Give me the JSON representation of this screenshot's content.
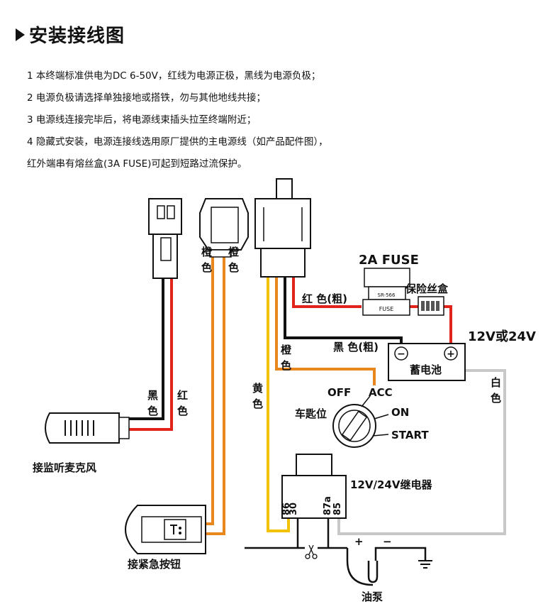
{
  "title": "安装接线图",
  "notes": [
    "1 本终端标准供电为DC 6-50V，红线为电源正极，黑线为电源负极；",
    "2 电源负极请选择单独接地或搭铁，勿与其他地线共接；",
    "3 电源线连接完毕后，将电源线束插头拉至终端附近；",
    "4 隐藏式安装，电源连接线选用原厂提供的主电源线（如产品配件图），",
    "红外端串有熔丝盒(3A FUSE)可起到短路过流保护。"
  ],
  "labels": {
    "orange_a1": "橙",
    "orange_a2": "色",
    "orange_b1": "橙",
    "orange_b2": "色",
    "fuse_rating": "2A FUSE",
    "fuse_box": "保险丝盒",
    "fuse_sticker1": "SR-566",
    "fuse_sticker2": "FUSE",
    "red_thick": "红 色(粗)",
    "black_thick": "黑 色(粗)",
    "voltage": "12V或24V",
    "battery": "蓄电池",
    "battery_minus": "−",
    "battery_plus": "+",
    "orange_c1": "橙",
    "orange_c2": "色",
    "white1": "白",
    "white2": "色",
    "black1": "黑",
    "black2": "色",
    "red1": "红",
    "red2": "色",
    "yellow1": "黄",
    "yellow2": "色",
    "key_position": "车匙位",
    "key_off": "OFF",
    "key_acc": "ACC",
    "key_on": "ON",
    "key_start": "START",
    "microphone": "接监听麦克风",
    "relay": "12V/24V继电器",
    "pin30": "30",
    "pin86": "86",
    "pin87a": "87a",
    "pin85": "85",
    "emergency_button": "接紧急按钮",
    "pump_plus": "+",
    "pump_minus": "−",
    "fuel_pump": "油泵"
  },
  "colors": {
    "red_wire": "#e0241b",
    "black_wire": "#111111",
    "orange_wire": "#e8871e",
    "yellow_wire": "#f2c200",
    "white_wire": "#c8c8c8"
  }
}
